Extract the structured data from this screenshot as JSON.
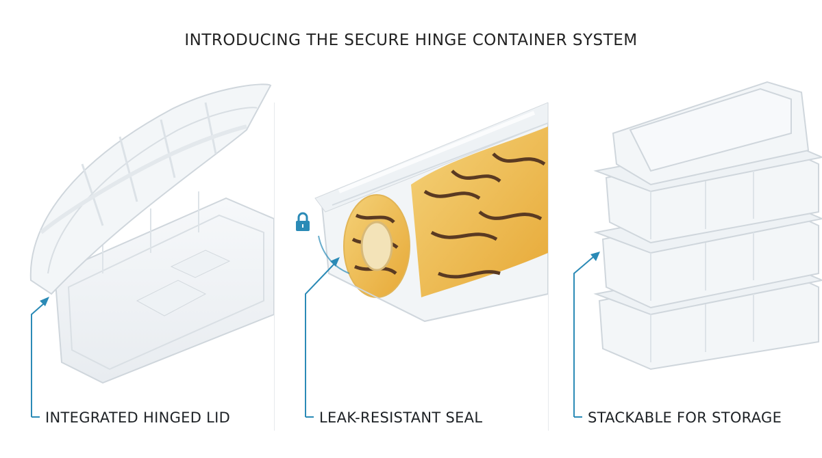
{
  "title": "INTRODUCING THE SECURE HINGE CONTAINER SYSTEM",
  "features": [
    {
      "caption": "INTEGRATED HINGED LID",
      "icon": "hinged-container-image"
    },
    {
      "caption": "LEAK-RESISTANT SEAL",
      "icon": "lock-icon"
    },
    {
      "caption": "STACKABLE FOR STORAGE",
      "icon": "stacked-containers-image"
    }
  ],
  "colors": {
    "accent": "#2a8ab6",
    "divider": "#e6e9ec",
    "cake_yellow": "#f0c24a",
    "cake_brown": "#5a3a22"
  }
}
